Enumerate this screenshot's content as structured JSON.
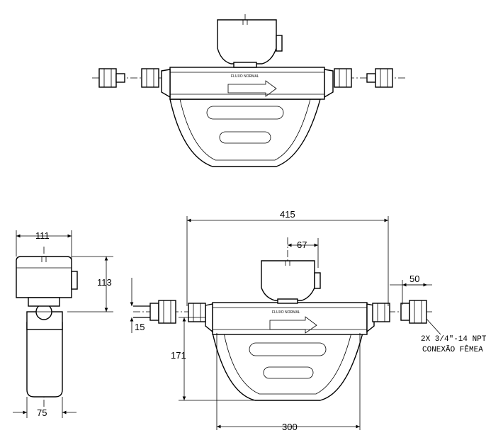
{
  "labels": {
    "flow_top": "FLUXO NORMAL",
    "flow_front": "FLUXO NORMAL"
  },
  "dimensions": {
    "overall_length": "415",
    "head_offset": "67",
    "fitting_length": "50",
    "side_width": "111",
    "side_height": "113",
    "side_base_width": "75",
    "pipe_offset": "15",
    "bottom_height": "171",
    "bracket_width": "300"
  },
  "note": {
    "line1": "2X 3/4\"-14 NPT",
    "line2": "CONEXÃO FÊMEA"
  }
}
